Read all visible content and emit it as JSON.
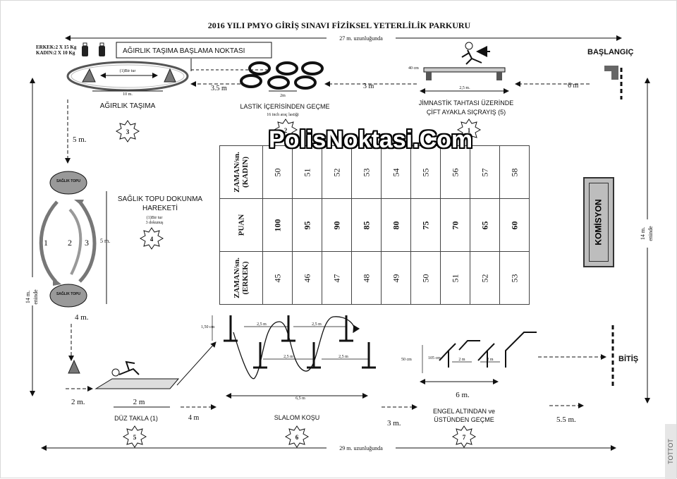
{
  "title": "2016 YILI PMYO GİRİŞ SINAVI FİZİKSEL YETERLİLİK PARKURU",
  "top_dimension": "27 m. uzunluğunda",
  "bottom_dimension": "29 m. uzunluğunda",
  "left_dimension": [
    "14 m.",
    "eninde"
  ],
  "right_dimension": [
    "14 m.",
    "eninde"
  ],
  "weights": {
    "male": "ERKEK:2 X 15 Kg",
    "female": "KADIN:2 X 10 Kg"
  },
  "start_label": "BAŞLANGIÇ",
  "finish_label": "BİTİŞ",
  "weight_start_point": "AĞIRLIK TAŞIMA BAŞLAMA NOKTASI",
  "watermark": "PolisNoktasi.Com",
  "commission": "KOMİSYON",
  "side_tag": "TOTTOT",
  "stations": [
    {
      "number": "1",
      "label_lines": [
        "JİMNASTİK TAHTASI ÜZERİNDE",
        "ÇİFT AYAKLA SIÇRAYIŞ (5)"
      ]
    },
    {
      "number": "2",
      "label_lines": [
        "LASTİK İÇERİSİNDEN GEÇME"
      ],
      "note": "16 inch araç lastiği"
    },
    {
      "number": "3",
      "label_lines": [
        "AĞIRLIK TAŞIMA"
      ]
    },
    {
      "number": "4",
      "label_lines": [
        "SAĞLIK TOPU DOKUNMA",
        "HAREKETİ"
      ],
      "note_lines": [
        "(1)Bir tur",
        "3 dokunuş"
      ]
    },
    {
      "number": "5",
      "label_lines": [
        "DÜZ TAKLA (1)"
      ]
    },
    {
      "number": "6",
      "label_lines": [
        "SLALOM KOŞU"
      ]
    },
    {
      "number": "7",
      "label_lines": [
        "ENGEL ALTINDAN ve",
        "ÜSTÜNDEN GEÇME"
      ]
    }
  ],
  "distances": {
    "d_6m_top": "6 m",
    "d_3m_top": "3 m",
    "d_3_5m": "3.5 m",
    "d_5m_left": "5 m.",
    "d_4m_left": "4 m.",
    "d_2m_bottom": "2 m.",
    "d_4m_bottom": "4 m",
    "d_3m_bottom": "3 m.",
    "d_5_5m": "5.5 m.",
    "d_6m_bottom": "6 m.",
    "d_2m_takla": "2 m",
    "d_10m": "10 m.",
    "d_2m_tyre": "2m",
    "d_2_5m_board": "2,5 m.",
    "d_40cm": "40 cm",
    "d_5m_ball": "5 m.",
    "d_1bir_tur": "(1)Bir tur",
    "d_150cm": "1,50 cm",
    "d_2_5m_slalom": "2,5 m",
    "d_6_5m": "6,5 m",
    "d_50cm": "50 cm",
    "d_105cm": "105 cm",
    "d_2m_hurdle": "2 m"
  },
  "ball_labels": [
    "SAĞLIK TOPU",
    "SAĞLIK TOPU"
  ],
  "ball_loop_numbers": [
    "1",
    "2",
    "3"
  ],
  "score_table": {
    "row_female_label": "ZAMAN/sn. (KADIN)",
    "row_score_label": "PUAN",
    "row_male_label": "ZAMAN/sn. (ERKEK)",
    "female_times": [
      "50",
      "51",
      "52",
      "53",
      "54",
      "55",
      "56",
      "57",
      "58"
    ],
    "scores": [
      "100",
      "95",
      "90",
      "85",
      "80",
      "75",
      "70",
      "65",
      "60"
    ],
    "male_times": [
      "45",
      "46",
      "47",
      "48",
      "49",
      "50",
      "51",
      "52",
      "53"
    ]
  }
}
